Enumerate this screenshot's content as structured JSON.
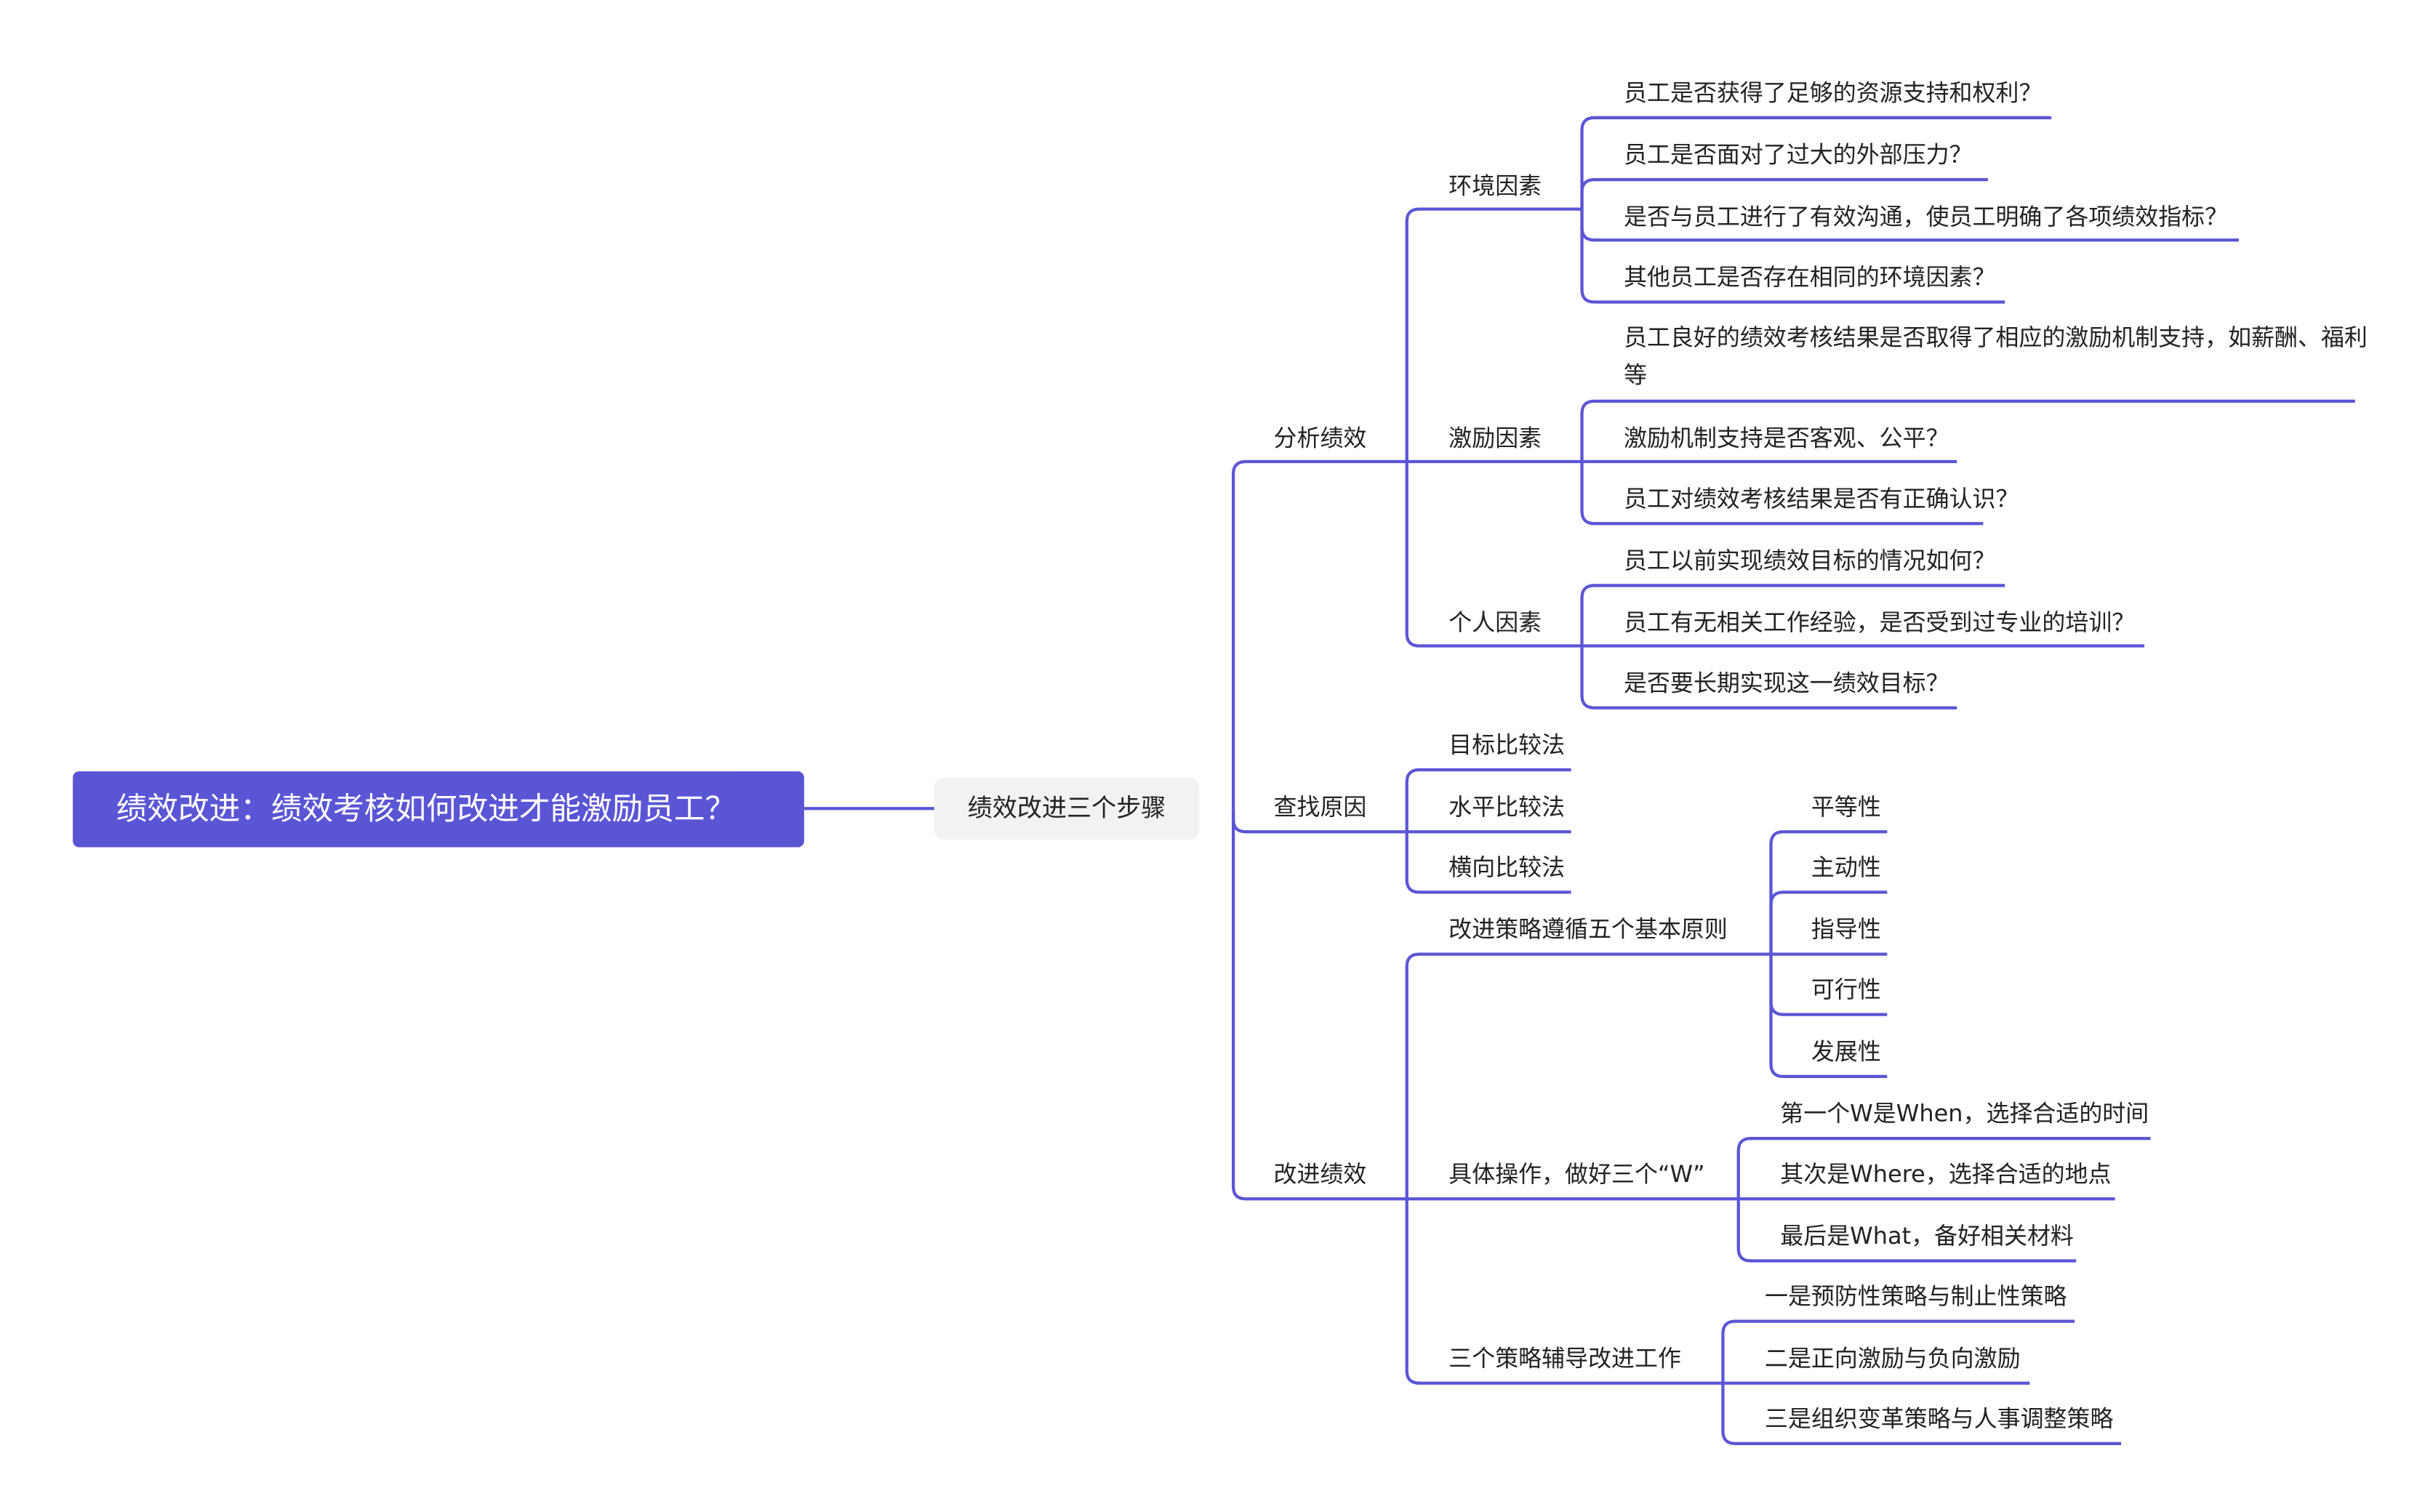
{
  "colors": {
    "accent": "#5b55d6",
    "line": "#5b55d6",
    "root_text": "#ffffff",
    "level1_fill": "#f2f2f2"
  },
  "root": "绩效改进：绩效考核如何改进才能激励员工？",
  "level1": "绩效改进三个步骤",
  "steps": [
    {
      "label": "分析绩效",
      "children": [
        {
          "label": "环境因素",
          "items": [
            "员工是否获得了足够的资源支持和权利？",
            "员工是否面对了过大的外部压力？",
            "是否与员工进行了有效沟通，使员工明确了各项绩效指标？",
            "其他员工是否存在相同的环境因素？"
          ]
        },
        {
          "label": "激励因素",
          "items": [
            "员工良好的绩效考核结果是否取得了相应的激励机制支持，如薪酬、福利等",
            "激励机制支持是否客观、公平？",
            "员工对绩效考核结果是否有正确认识？"
          ]
        },
        {
          "label": "个人因素",
          "items": [
            "员工以前实现绩效目标的情况如何？",
            "员工有无相关工作经验，是否受到过专业的培训？",
            "是否要长期实现这一绩效目标？"
          ]
        }
      ]
    },
    {
      "label": "查找原因",
      "children": [
        {
          "label": "目标比较法"
        },
        {
          "label": "水平比较法"
        },
        {
          "label": "横向比较法"
        }
      ]
    },
    {
      "label": "改进绩效",
      "children": [
        {
          "label": "改进策略遵循五个基本原则",
          "items": [
            "平等性",
            "主动性",
            "指导性",
            "可行性",
            "发展性"
          ]
        },
        {
          "label": "具体操作，做好三个“W”",
          "items": [
            "第一个W是When，选择合适的时间",
            "其次是Where，选择合适的地点",
            "最后是What，备好相关材料"
          ]
        },
        {
          "label": "三个策略辅导改进工作",
          "items": [
            "一是预防性策略与制止性策略",
            "二是正向激励与负向激励",
            "三是组织变革策略与人事调整策略"
          ]
        }
      ]
    }
  ]
}
